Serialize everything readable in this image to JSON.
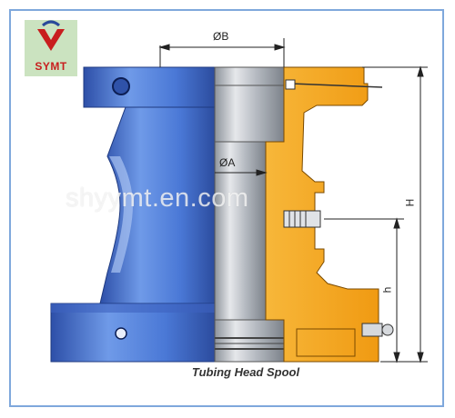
{
  "logo": {
    "text": "SYMT"
  },
  "watermark": "shyymt.en.com",
  "caption": "Tubing Head Spool",
  "dimensions": {
    "b": "ØB",
    "a": "ØA",
    "h_total": "H",
    "h_small": "h"
  },
  "colors": {
    "blue": "#4a78d6",
    "steel": "#b9bec5",
    "orange": "#f5a51c",
    "frame": "#7fa8dc",
    "logo_bg": "#cbe3c0",
    "logo_red": "#c81e1e"
  }
}
